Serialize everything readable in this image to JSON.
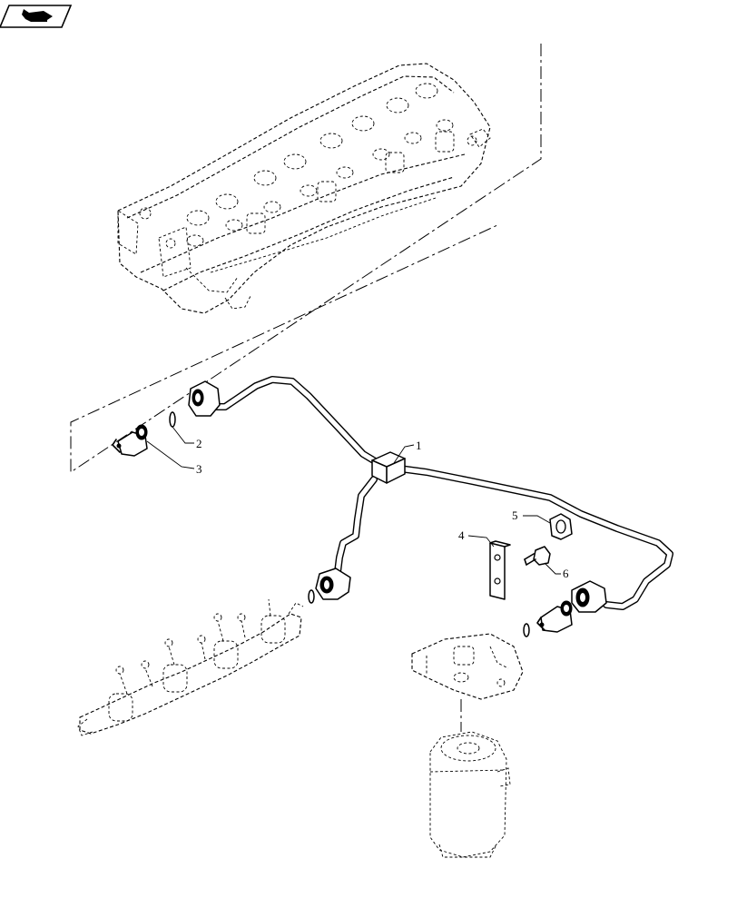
{
  "diagram": {
    "icon": "return-arrow-icon",
    "callouts": [
      {
        "id": "callout-1",
        "label": "1"
      },
      {
        "id": "callout-2",
        "label": "2"
      },
      {
        "id": "callout-3",
        "label": "3"
      },
      {
        "id": "callout-4",
        "label": "4"
      },
      {
        "id": "callout-5",
        "label": "5"
      },
      {
        "id": "callout-6",
        "label": "6"
      }
    ]
  }
}
